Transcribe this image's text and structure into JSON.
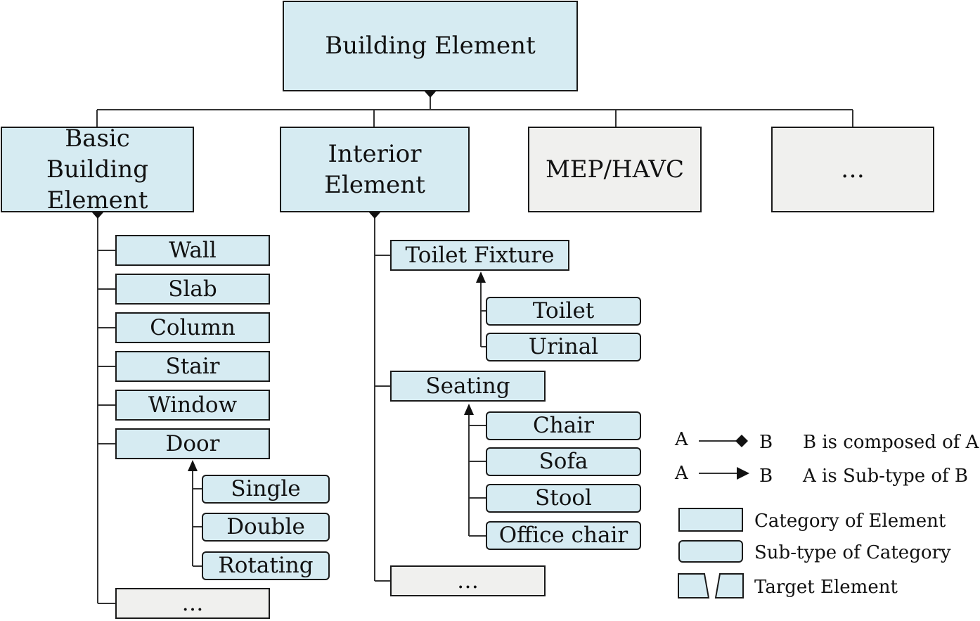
{
  "root": {
    "label": "Building Element"
  },
  "categories": [
    {
      "id": "basic",
      "label": "Basic Building Element"
    },
    {
      "id": "interior",
      "label": "Interior Element"
    },
    {
      "id": "mep",
      "label": "MEP/HAVC"
    },
    {
      "id": "more",
      "label": "…"
    }
  ],
  "basic_children": [
    "Wall",
    "Slab",
    "Column",
    "Stair",
    "Window",
    "Door",
    "…"
  ],
  "door_subtypes": [
    "Single",
    "Double",
    "Rotating"
  ],
  "interior_children": [
    "Toilet Fixture",
    "Seating",
    "…"
  ],
  "toilet_subtypes": [
    "Toilet",
    "Urinal"
  ],
  "seating_subtypes": [
    "Chair",
    "Sofa",
    "Stool",
    "Office chair"
  ],
  "legend": {
    "composed": {
      "a": "A",
      "b": "B",
      "text": "B  is composed of A"
    },
    "subtype": {
      "a": "A",
      "b": "B",
      "text": "A  is Sub-type of B"
    },
    "category": "Category of Element",
    "subcategory": "Sub-type of Category",
    "target": "Target Element"
  },
  "colors": {
    "fill": "#d6ebf2",
    "gray": "#f0f0ee",
    "stroke": "#1a1a1a"
  }
}
